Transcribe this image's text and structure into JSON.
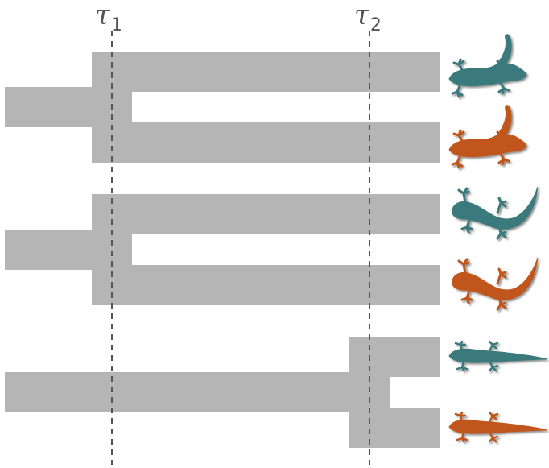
{
  "labels": {
    "tau1": {
      "symbol": "τ",
      "subscript": "1"
    },
    "tau2": {
      "symbol": "τ",
      "subscript": "2"
    }
  },
  "colors": {
    "branch": "#b5b5b5",
    "dashed_line": "#555555",
    "label_text": "#555555",
    "teal_gecko": "#3a7a7c",
    "orange_gecko": "#c0571b"
  },
  "trees": [
    {
      "split_at": "tau1",
      "tips": [
        {
          "icon": "gecko-curled-tail-icon",
          "color": "teal"
        },
        {
          "icon": "gecko-curled-tail-icon",
          "color": "orange"
        }
      ]
    },
    {
      "split_at": "tau1",
      "tips": [
        {
          "icon": "gecko-climbing-icon",
          "color": "teal"
        },
        {
          "icon": "gecko-climbing-icon",
          "color": "orange"
        }
      ]
    },
    {
      "split_at": "tau2",
      "tips": [
        {
          "icon": "gecko-slender-icon",
          "color": "teal"
        },
        {
          "icon": "gecko-slender-icon",
          "color": "orange"
        }
      ]
    }
  ]
}
